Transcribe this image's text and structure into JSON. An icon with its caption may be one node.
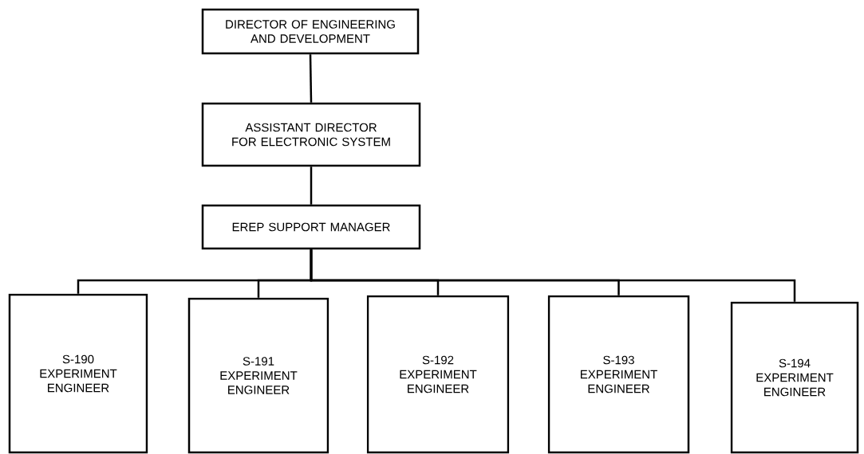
{
  "diagram": {
    "nodes": [
      {
        "text": [
          "DIRECTOR OF ENGINEERING AND DEVELOPMENT"
        ]
      },
      {
        "text": [
          "ASSISTANT DIRECTOR FOR ELECTRONIC SYSTEM"
        ]
      },
      {
        "text": [
          "EREP SUPPORT MANAGER"
        ]
      },
      {
        "text": [
          "S-190 EXPERIMENT ENGINEER"
        ]
      },
      {
        "text": [
          "S-191 EXPERIMENT ENGINEER"
        ]
      },
      {
        "text": [
          "S-192 EXPERIMENT ENGINEER"
        ]
      },
      {
        "text": [
          "S-193 EXPERIMENT ENGINEER"
        ]
      },
      {
        "text": [
          "S-194 EXPERIMENT ENGINEER"
        ]
      }
    ],
    "edges": [
      {
        "from": 0,
        "to": 1,
        "arrow": "none"
      },
      {
        "from": 1,
        "to": 2,
        "arrow": "none"
      },
      {
        "from": 2,
        "to": 3,
        "arrow": "none"
      },
      {
        "from": 2,
        "to": 4,
        "arrow": "none"
      },
      {
        "from": 2,
        "to": 5,
        "arrow": "none"
      },
      {
        "from": 2,
        "to": 6,
        "arrow": "none"
      },
      {
        "from": 2,
        "to": 7,
        "arrow": "none"
      }
    ]
  }
}
